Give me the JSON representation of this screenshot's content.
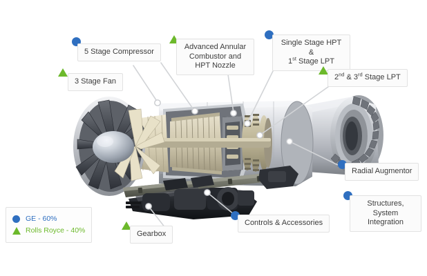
{
  "figure": {
    "subject": "jet-engine-cutaway",
    "background_color": "#ffffff",
    "marker_colors": {
      "ge_blue": "#2f6fc0",
      "rolls_royce_green": "#6cb92b"
    },
    "label_text_color": "#3c3c3c"
  },
  "callouts": [
    {
      "id": "five-stage-compressor",
      "text": "5 Stage Compressor",
      "marker": "dot"
    },
    {
      "id": "three-stage-fan",
      "text": "3 Stage Fan",
      "marker": "triangle"
    },
    {
      "id": "advanced-annular-combustor",
      "line1": "Advanced Annular",
      "line2": "Combustor and",
      "line3": "HPT Nozzle",
      "marker": "triangle"
    },
    {
      "id": "single-stage-hpt",
      "line1_a": "Single Stage HPT &",
      "line2_a": "1",
      "line2_sup": "st",
      "line2_b": " Stage LPT",
      "marker": "dot"
    },
    {
      "id": "second-third-stage-lpt",
      "a": "2",
      "a_sup": "nd",
      "b": " & 3",
      "b_sup": "rd",
      "c": " Stage LPT",
      "marker": "triangle"
    },
    {
      "id": "radial-augmentor",
      "text": "Radial Augmentor",
      "marker": "dot"
    },
    {
      "id": "structures-system-integration",
      "line1": "Structures,",
      "line2": "System Integration",
      "marker": "dot"
    },
    {
      "id": "controls-accessories",
      "text": "Controls & Accessories",
      "marker": "dot"
    },
    {
      "id": "gearbox",
      "text": "Gearbox",
      "marker": "triangle"
    }
  ],
  "legend": {
    "items": [
      {
        "id": "ge",
        "marker": "dot",
        "label": "GE - 60%"
      },
      {
        "id": "rolls-royce",
        "marker": "triangle",
        "label": "Rolls Royce - 40%"
      }
    ]
  }
}
